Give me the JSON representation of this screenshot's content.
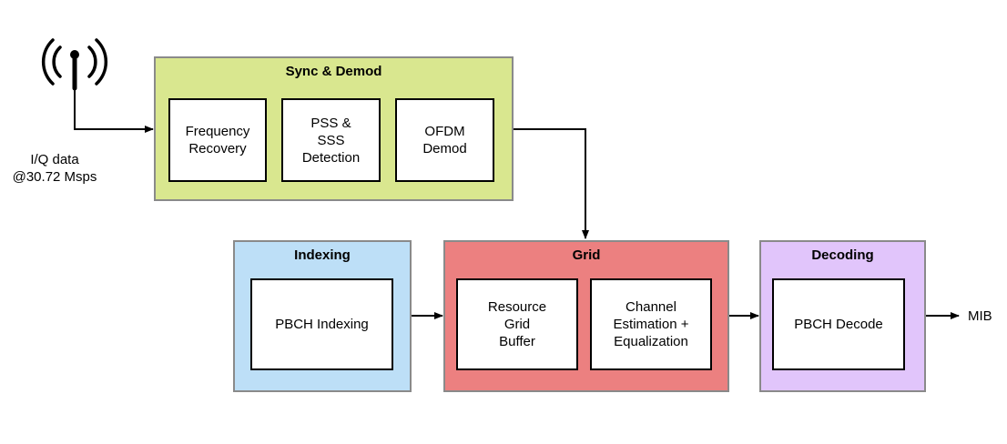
{
  "input": {
    "label": "I/Q data\n@30.72 Msps"
  },
  "output": {
    "label": "MIB"
  },
  "groups": {
    "sync": {
      "title": "Sync & Demod",
      "color": "#d9e78f",
      "blocks": {
        "freq": "Frequency\nRecovery",
        "pss": "PSS &\nSSS\nDetection",
        "ofdm": "OFDM\nDemod"
      }
    },
    "indexing": {
      "title": "Indexing",
      "color": "#bddff7",
      "blocks": {
        "pbch_indexing": "PBCH Indexing"
      }
    },
    "grid": {
      "title": "Grid",
      "color": "#ec8080",
      "blocks": {
        "buffer": "Resource\nGrid\nBuffer",
        "chest": "Channel\nEstimation +\nEqualization"
      }
    },
    "decoding": {
      "title": "Decoding",
      "color": "#e1c5fb",
      "blocks": {
        "pbch_decode": "PBCH Decode"
      }
    }
  },
  "icons": {
    "antenna": "antenna-icon"
  }
}
